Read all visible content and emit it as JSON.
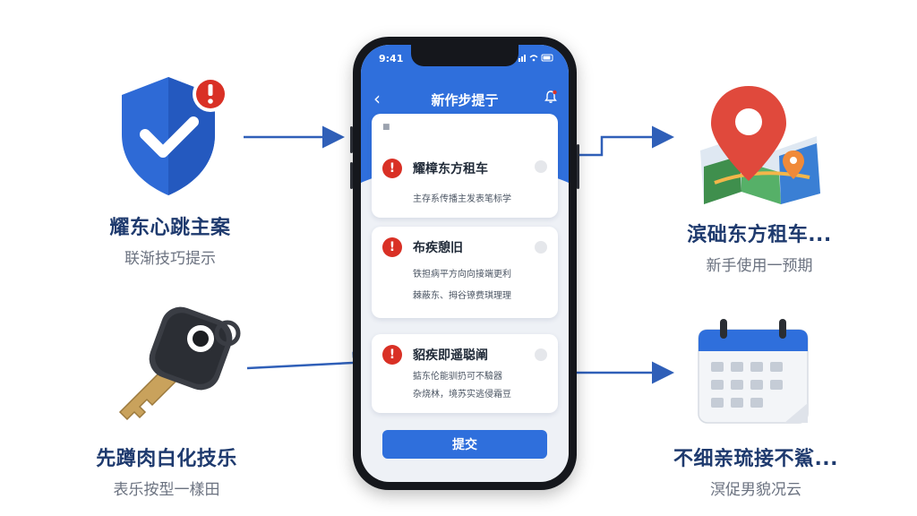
{
  "colors": {
    "primary": "#2f6fdc",
    "alert": "#d93025",
    "heading": "#1e3a6e",
    "subtext": "#6b7280",
    "connector": "#2f5fb8"
  },
  "features": {
    "security": {
      "title": "耀东心跳主案",
      "subtitle": "联渐技巧提示",
      "icon": "shield-check-icon"
    },
    "key": {
      "title": "先蹲肉白化技乐",
      "subtitle": "表乐按型一樣田",
      "icon": "car-key-icon"
    },
    "map": {
      "title": "滨础东方租车...",
      "subtitle": "新手使用一预期",
      "icon": "map-pin-icon"
    },
    "calendar": {
      "title": "不细亲琉接不鯊...",
      "subtitle": "溟促男貌况云",
      "icon": "calendar-icon"
    }
  },
  "phone": {
    "status": {
      "time": "9:41",
      "icons": "signal-wifi-battery"
    },
    "appbar": {
      "title": "新作步提亍",
      "back": "‹",
      "bell_icon": "bell-icon"
    },
    "top_card": {
      "chip": "■"
    },
    "alerts": [
      {
        "title": "耀樟东方租车",
        "lines": [
          "主存系传播主发表笔标学"
        ]
      },
      {
        "title": "布疾憩旧",
        "lines": [
          "铁担病平方向向接端更利",
          "棘蔽东、拇谷镣费琪理理"
        ]
      },
      {
        "title": "貂疾即遥聪阐",
        "lines": [
          "掂东伦能驯扔可不驗器",
          "杂烧林，境苏实逃侵霜豆"
        ]
      }
    ],
    "confirm_label": "提交"
  }
}
